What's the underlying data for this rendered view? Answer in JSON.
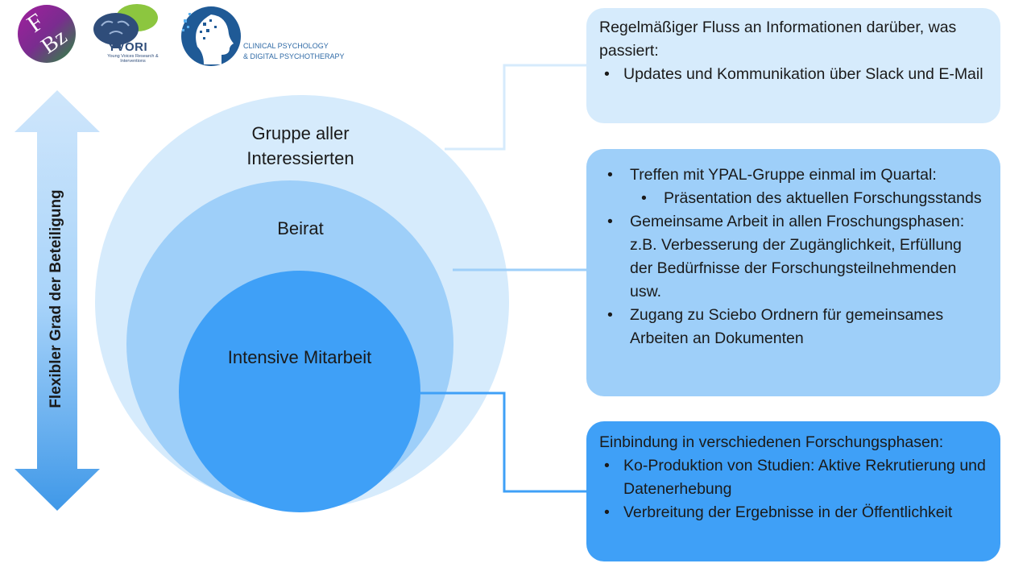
{
  "logos": {
    "fbz": {
      "line1": "F",
      "line2": "Bz"
    },
    "yvori": {
      "title": "YVORI",
      "subtitle": "Young Voices Research & Interventions"
    },
    "clinical": {
      "line1": "CLINICAL PSYCHOLOGY",
      "line2": "& DIGITAL PSYCHOTHERAPY"
    }
  },
  "arrow_label": "Flexibler Grad der Beteiligung",
  "circles": {
    "outer": "Gruppe aller Interessierten",
    "middle": "Beirat",
    "inner": "Intensive Mitarbeit"
  },
  "colors": {
    "light": "#d6ebfc",
    "medium": "#9ecff9",
    "strong": "#3fa0f7",
    "arrow": "#a9d4fa"
  },
  "boxes": {
    "outer": {
      "intro": "Regelmäßiger Fluss an Informationen darüber, was passiert:",
      "items": [
        "Updates und Kommunikation über Slack und E-Mail"
      ]
    },
    "middle": {
      "items": [
        "Treffen mit YPAL-Gruppe einmal im Quartal:",
        "Gemeinsame Arbeit in allen Froschungsphasen: z.B. Verbesserung der Zugänglichkeit, Erfüllung der Bedürfnisse der Forschungsteilnehmenden usw.",
        "Zugang zu Sciebo Ordnern für gemeinsames Arbeiten an Dokumenten"
      ],
      "subitems": [
        "Präsentation des aktuellen Forschungsstands"
      ]
    },
    "inner": {
      "intro": "Einbindung in verschiedenen Forschungsphasen:",
      "items": [
        "Ko-Produktion von Studien: Aktive Rekrutierung und Datenerhebung",
        "Verbreitung der Ergebnisse in der Öffentlichkeit"
      ]
    }
  }
}
